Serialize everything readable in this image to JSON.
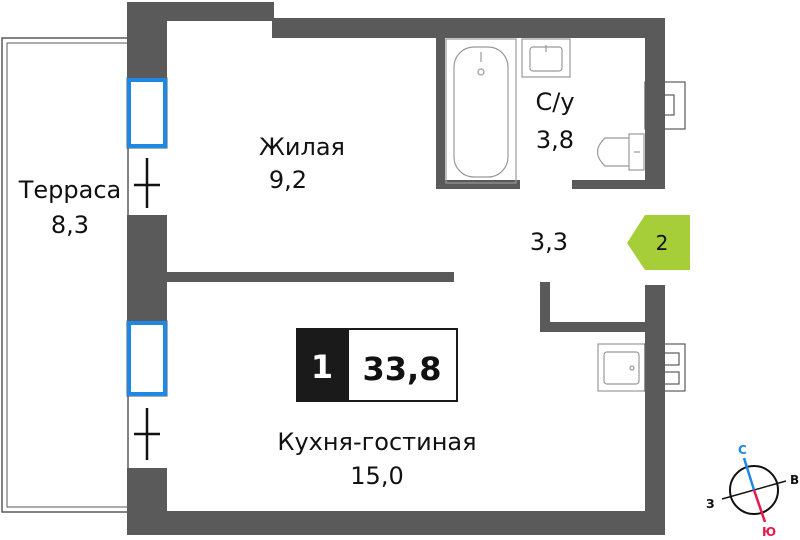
{
  "rooms": {
    "living": {
      "name": "Жилая",
      "area": "9,2"
    },
    "bathroom": {
      "name": "С/у",
      "area": "3,8"
    },
    "hall": {
      "area": "3,3"
    },
    "terrace": {
      "name": "Терраса",
      "area": "8,3"
    },
    "kitchen": {
      "name": "Кухня-гостиная",
      "area": "15,0"
    }
  },
  "badge": {
    "rooms": "1",
    "total_area": "33,8"
  },
  "entrance": {
    "number": "2"
  },
  "compass": {
    "north": "С",
    "east": "В",
    "south": "Ю",
    "west": "З"
  },
  "colors": {
    "wall": "#5a5a5a",
    "window": "#1e88e5",
    "entrance": "#a6ce39",
    "badge_dark": "#1a1a1a",
    "compass_north": "#1e88e5",
    "compass_south": "#e6194b",
    "fixture": "#999999"
  },
  "icons": [
    "bathtub-icon",
    "sink-icon",
    "toilet-icon",
    "stove-icon",
    "kitchen-sink-icon",
    "socket-icon"
  ]
}
